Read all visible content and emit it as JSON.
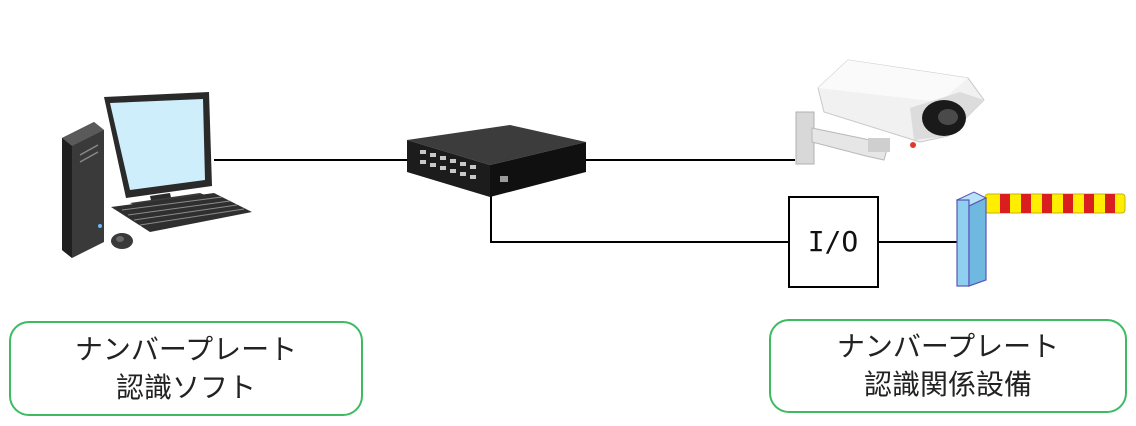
{
  "io_label": "I/O",
  "left_label": {
    "line1": "ナンバープレート",
    "line2": "認識ソフト"
  },
  "right_label": {
    "line1": "ナンバープレート",
    "line2": "認識関係設備"
  },
  "colors": {
    "label_border": "#3dbb62",
    "line": "#000000",
    "monitor_screen": "#cdeefa",
    "gate_post": "#8fd0f0",
    "gate_bar_yellow": "#ffee00",
    "gate_bar_red": "#d81e1e"
  },
  "icons": [
    "desktop-computer-icon",
    "network-switch-icon",
    "security-camera-icon",
    "barrier-gate-icon"
  ]
}
